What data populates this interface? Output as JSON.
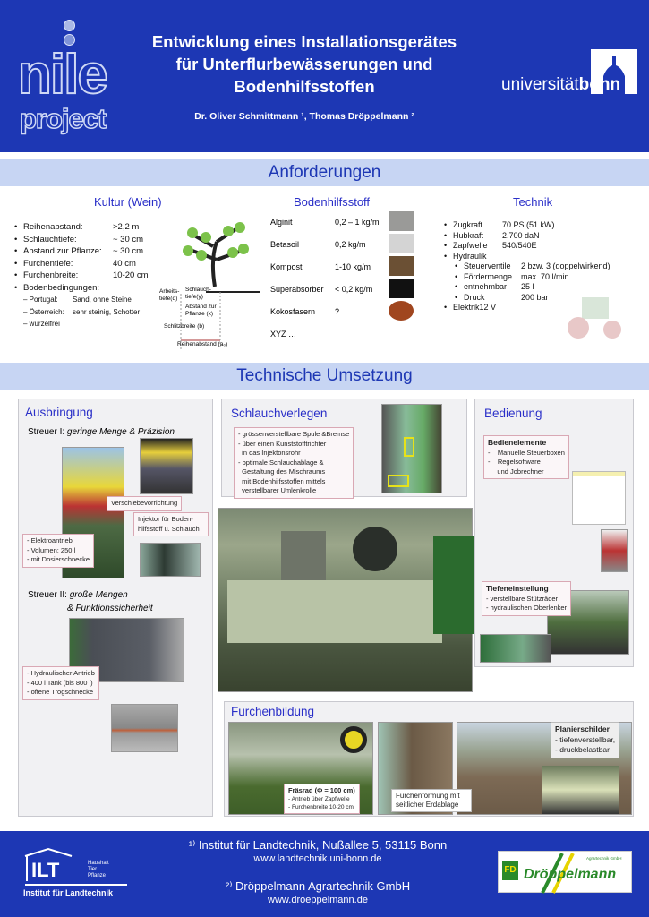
{
  "header": {
    "title_lines": [
      "Entwicklung eines Installationsgerätes",
      "für Unterflurbewässerungen und",
      "Bodenhilfsstoffen"
    ],
    "authors": "Dr. Oliver Schmittmann ¹, Thomas Dröppelmann ²",
    "logo_nile": "nile",
    "logo_project": "project",
    "uni_light": "universität",
    "uni_bold": "bonn"
  },
  "anforderungen": {
    "title": "Anforderungen",
    "kultur": {
      "heading": "Kultur (Wein)",
      "items": [
        [
          "Reihenabstand:",
          ">2,2 m"
        ],
        [
          "Schlauchtiefe:",
          "~ 30 cm"
        ],
        [
          "Abstand zur Pflanze:",
          "~ 30 cm"
        ],
        [
          "Furchentiefe:",
          "40 cm"
        ],
        [
          "Furchenbreite:",
          "10-20 cm"
        ],
        [
          "Bodenbedingungen:",
          ""
        ]
      ],
      "sub": [
        [
          "– Portugal:",
          "Sand, ohne Steine"
        ],
        [
          "– Österreich:",
          "sehr steinig, Schotter"
        ],
        [
          "– wurzelfrei",
          ""
        ]
      ],
      "diagram": {
        "arbeitstiefe": "Arbeits-tiefe(d)",
        "schlauchtiefe": "Schlauch-tiefe(y)",
        "abstand": "Abstand zur Pflanze (x)",
        "schlitzbreite": "Schlitzbreite (b)",
        "reihenabstand": "Reihenabstand (a₀)"
      }
    },
    "boden": {
      "heading": "Bodenhilfsstoff",
      "items": [
        {
          "name": "Alginit",
          "value": "0,2 – 1 kg/m",
          "color": "#9a9a98"
        },
        {
          "name": "Betasoil",
          "value": "0,2 kg/m",
          "color": "#d4d4d4"
        },
        {
          "name": "Kompost",
          "value": "1-10 kg/m",
          "color": "#6b5034"
        },
        {
          "name": "Superabsorber",
          "value": "< 0,2 kg/m",
          "color": "#111111"
        },
        {
          "name": "Kokosfasern",
          "value": "?",
          "color": "#a0461f"
        },
        {
          "name": "XYZ …",
          "value": ""
        }
      ]
    },
    "technik": {
      "heading": "Technik",
      "items": [
        [
          "Zugkraft",
          "70 PS (51 kW)"
        ],
        [
          "Hubkraft",
          "2.700 daN"
        ],
        [
          "Zapfwelle",
          "540/540E"
        ],
        [
          "Hydraulik",
          ""
        ]
      ],
      "sub": [
        [
          "Steuerventile",
          "2 bzw. 3 (doppelwirkend)"
        ],
        [
          "Fördermenge",
          "max. 70 l/min"
        ],
        [
          "entnehmbar",
          "25 l"
        ],
        [
          "Druck",
          "200 bar"
        ]
      ],
      "last": "Elektrik12 V"
    }
  },
  "umsetzung": {
    "title": "Technische Umsetzung",
    "ausbringung": {
      "heading": "Ausbringung",
      "streuer1_a": "Streuer I:",
      "streuer1_b": "geringe Menge & Präzision",
      "verschiebe": "Verschiebevorrichtung",
      "injektor": "Injektor für Boden-hilfsstoff u. Schlauch",
      "notes1": [
        "- Elektroantrieb",
        "- Volumen: 250 l",
        "- mit Dosierschnecke"
      ],
      "streuer2_a": "Streuer II:",
      "streuer2_b": "große Mengen",
      "streuer2_c": "& Funktionssicherheit",
      "notes2": [
        "- Hydraulischer Antrieb",
        "- 400 l Tank (bis 800 l)",
        "- offene Trogschnecke"
      ]
    },
    "schlauch": {
      "heading": "Schlauchverlegen",
      "notes": [
        "- grössenverstellbare Spule &Bremse",
        "- über einen Kunststofftrichter",
        "  in das Injektonsrohr",
        "- optimale Schlauchablage &",
        "  Gestaltung des Mischraums",
        "  mit Bodenhilfsstoffen mittels",
        "  verstellbarer Umlenkrolle"
      ]
    },
    "bedienung": {
      "heading": "Bedienung",
      "b_title": "Bedienelemente",
      "b_items": [
        "-    Manuelle Steuerboxen",
        "-    Regelsoftware",
        "     und Jobrechner"
      ],
      "t_title": "Tiefeneinstellung",
      "t_items": [
        "- verstellbare Stützräder",
        "- hydraulischen Oberlenker"
      ]
    },
    "furchen": {
      "heading": "Furchenbildung",
      "fraes_title": "Fräsrad (Φ = 100 cm)",
      "fraes_items": [
        "- Antrieb über Zapfwelle",
        "- Furchenbreite 10-20 cm"
      ],
      "formung": "Furchenformung mit seitlicher Erdablage",
      "plan_title": "Planierschilder",
      "plan_items": [
        "- tiefenverstellbar,",
        "- druckbelastbar"
      ]
    }
  },
  "footer": {
    "line1": "¹⁾ Institut für Landtechnik, Nußallee 5, 53115 Bonn",
    "url1": "www.landtechnik.uni-bonn.de",
    "line2": "²⁾ Dröppelmann Agrartechnik GmbH",
    "url2": "www.droeppelmann.de",
    "ilt": "ILT",
    "ilt_sub": [
      "Haushalt",
      "Tier",
      "Pflanze"
    ],
    "ilt_name": "Institut für Landtechnik",
    "dr_logo": "Dröppelmann",
    "dr_sub": "Agrartechnik GmbH",
    "fd": "FD"
  }
}
